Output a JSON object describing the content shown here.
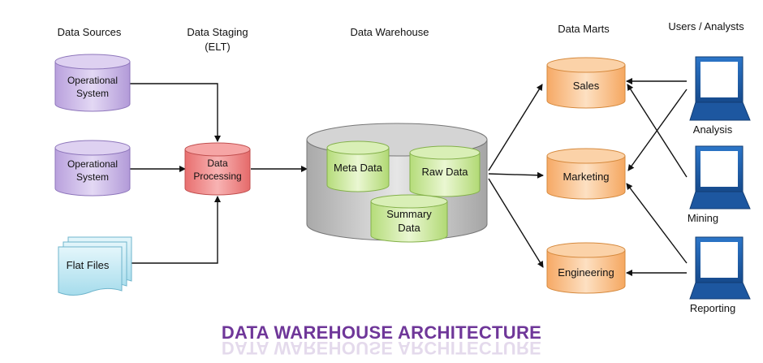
{
  "headers": {
    "data_sources": "Data Sources",
    "data_staging_line1": "Data Staging",
    "data_staging_line2": "(ELT)",
    "data_warehouse": "Data Warehouse",
    "data_marts": "Data Marts",
    "users_analysts": "Users / Analysts"
  },
  "sources": {
    "op1_line1": "Operational",
    "op1_line2": "System",
    "op2_line1": "Operational",
    "op2_line2": "System",
    "flat_files": "Flat Files"
  },
  "staging": {
    "line1": "Data",
    "line2": "Processing"
  },
  "warehouse": {
    "meta_data": "Meta Data",
    "raw_data": "Raw Data",
    "summary_line1": "Summary",
    "summary_line2": "Data"
  },
  "marts": {
    "sales": "Sales",
    "marketing": "Marketing",
    "engineering": "Engineering"
  },
  "users": {
    "analysis": "Analysis",
    "mining": "Mining",
    "reporting": "Reporting"
  },
  "title": "DATA WAREHOUSE ARCHITECTURE",
  "colors": {
    "purple": "#c9b6e6",
    "red": "#f08585",
    "orange": "#f9c08a",
    "gray": "#c9c9c9",
    "green": "#cdeaa0",
    "cyan": "#bde7f2",
    "laptop": "#1f5fae",
    "title": "#6f3799"
  }
}
